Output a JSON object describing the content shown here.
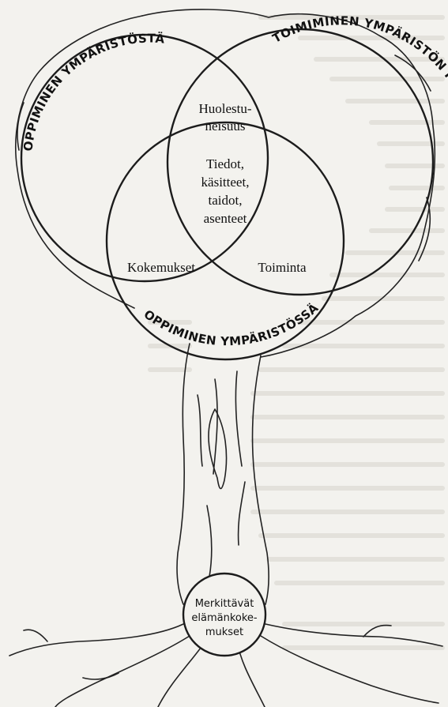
{
  "diagram": {
    "rings": {
      "left": "OPPIMINEN YMPÄRISTÖSTÄ",
      "right": "TOIMIMINEN YMPÄRISTÖN PUOLESTA",
      "bottom": "OPPIMINEN YMPÄRISTÖSSÄ"
    },
    "zones": {
      "top_center_1": "Huolestu-",
      "top_center_2": "neisuus",
      "center_1": "Tiedot,",
      "center_2": "käsitteet,",
      "center_3": "taidot,",
      "center_4": "asenteet",
      "left_overlap": "Kokemukset",
      "right_overlap": "Toiminta"
    },
    "root": {
      "line1": "Merkittävät",
      "line2": "elämänkoke-",
      "line3": "mukset"
    }
  },
  "colors": {
    "paper": "#f3f2ee",
    "ink": "#1c1c1c",
    "bleed_text": "#c9c7c0"
  }
}
